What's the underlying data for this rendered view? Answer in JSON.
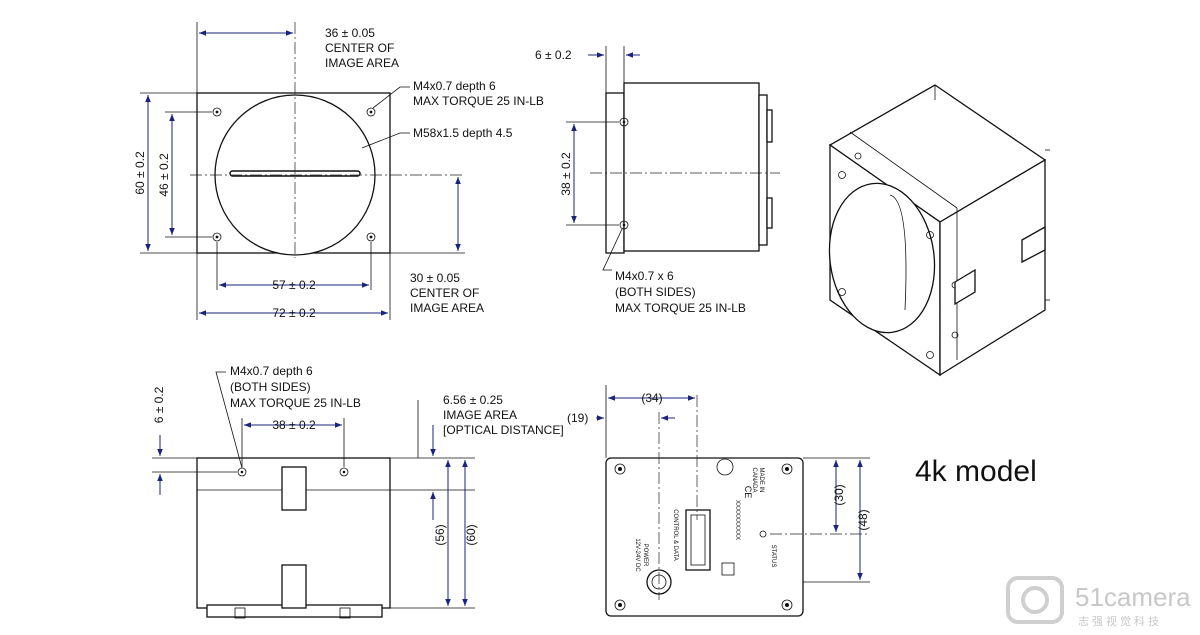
{
  "model_label": "4k model",
  "watermark": {
    "brand": "51camera",
    "sub": "志强视觉科技"
  },
  "front_view": {
    "width_center": "36 ± 0.05",
    "width_center_note_1": "CENTER OF",
    "width_center_note_2": "IMAGE AREA",
    "m4_note_1": "M4x0.7   depth 6",
    "m4_note_2": "MAX TORQUE 25 IN-LB",
    "m58_note": "M58x1.5   depth 4.5",
    "height_total": "60 ± 0.2",
    "height_holes": "46 ± 0.2",
    "hole_spacing": "57 ± 0.2",
    "width_total": "72 ± 0.2",
    "height_center": "30 ± 0.05",
    "height_center_note_1": "CENTER OF",
    "height_center_note_2": "IMAGE AREA"
  },
  "side_view": {
    "flange": "6 ± 0.2",
    "hole_spacing": "38 ± 0.2",
    "note_1": "M4x0.7  x  6",
    "note_2": "(BOTH SIDES)",
    "note_3": "MAX TORQUE 25 IN-LB"
  },
  "bottom_view": {
    "note_1": "M4x0.7    depth 6",
    "note_2": "(BOTH SIDES)",
    "note_3": "MAX TORQUE 25 IN-LB",
    "flange": "6 ± 0.2",
    "hole_spacing": "38 ± 0.2",
    "optical_1": "6.56  ± 0.25",
    "optical_2": "IMAGE AREA",
    "optical_3": "[OPTICAL DISTANCE]",
    "height_inner": "(56)",
    "height_outer": "(60)"
  },
  "back_view": {
    "dim_34": "(34)",
    "dim_19": "(19)",
    "dim_30": "(30)",
    "dim_48": "(48)",
    "label_control": "CONTROL & DATA",
    "label_power_1": "POWER",
    "label_power_2": "12V-24V DC",
    "label_status": "STATUS",
    "label_made_1": "MADE IN",
    "label_made_2": "CANADA",
    "label_ce": "CE",
    "label_model": "XXXXXXXXXX"
  }
}
